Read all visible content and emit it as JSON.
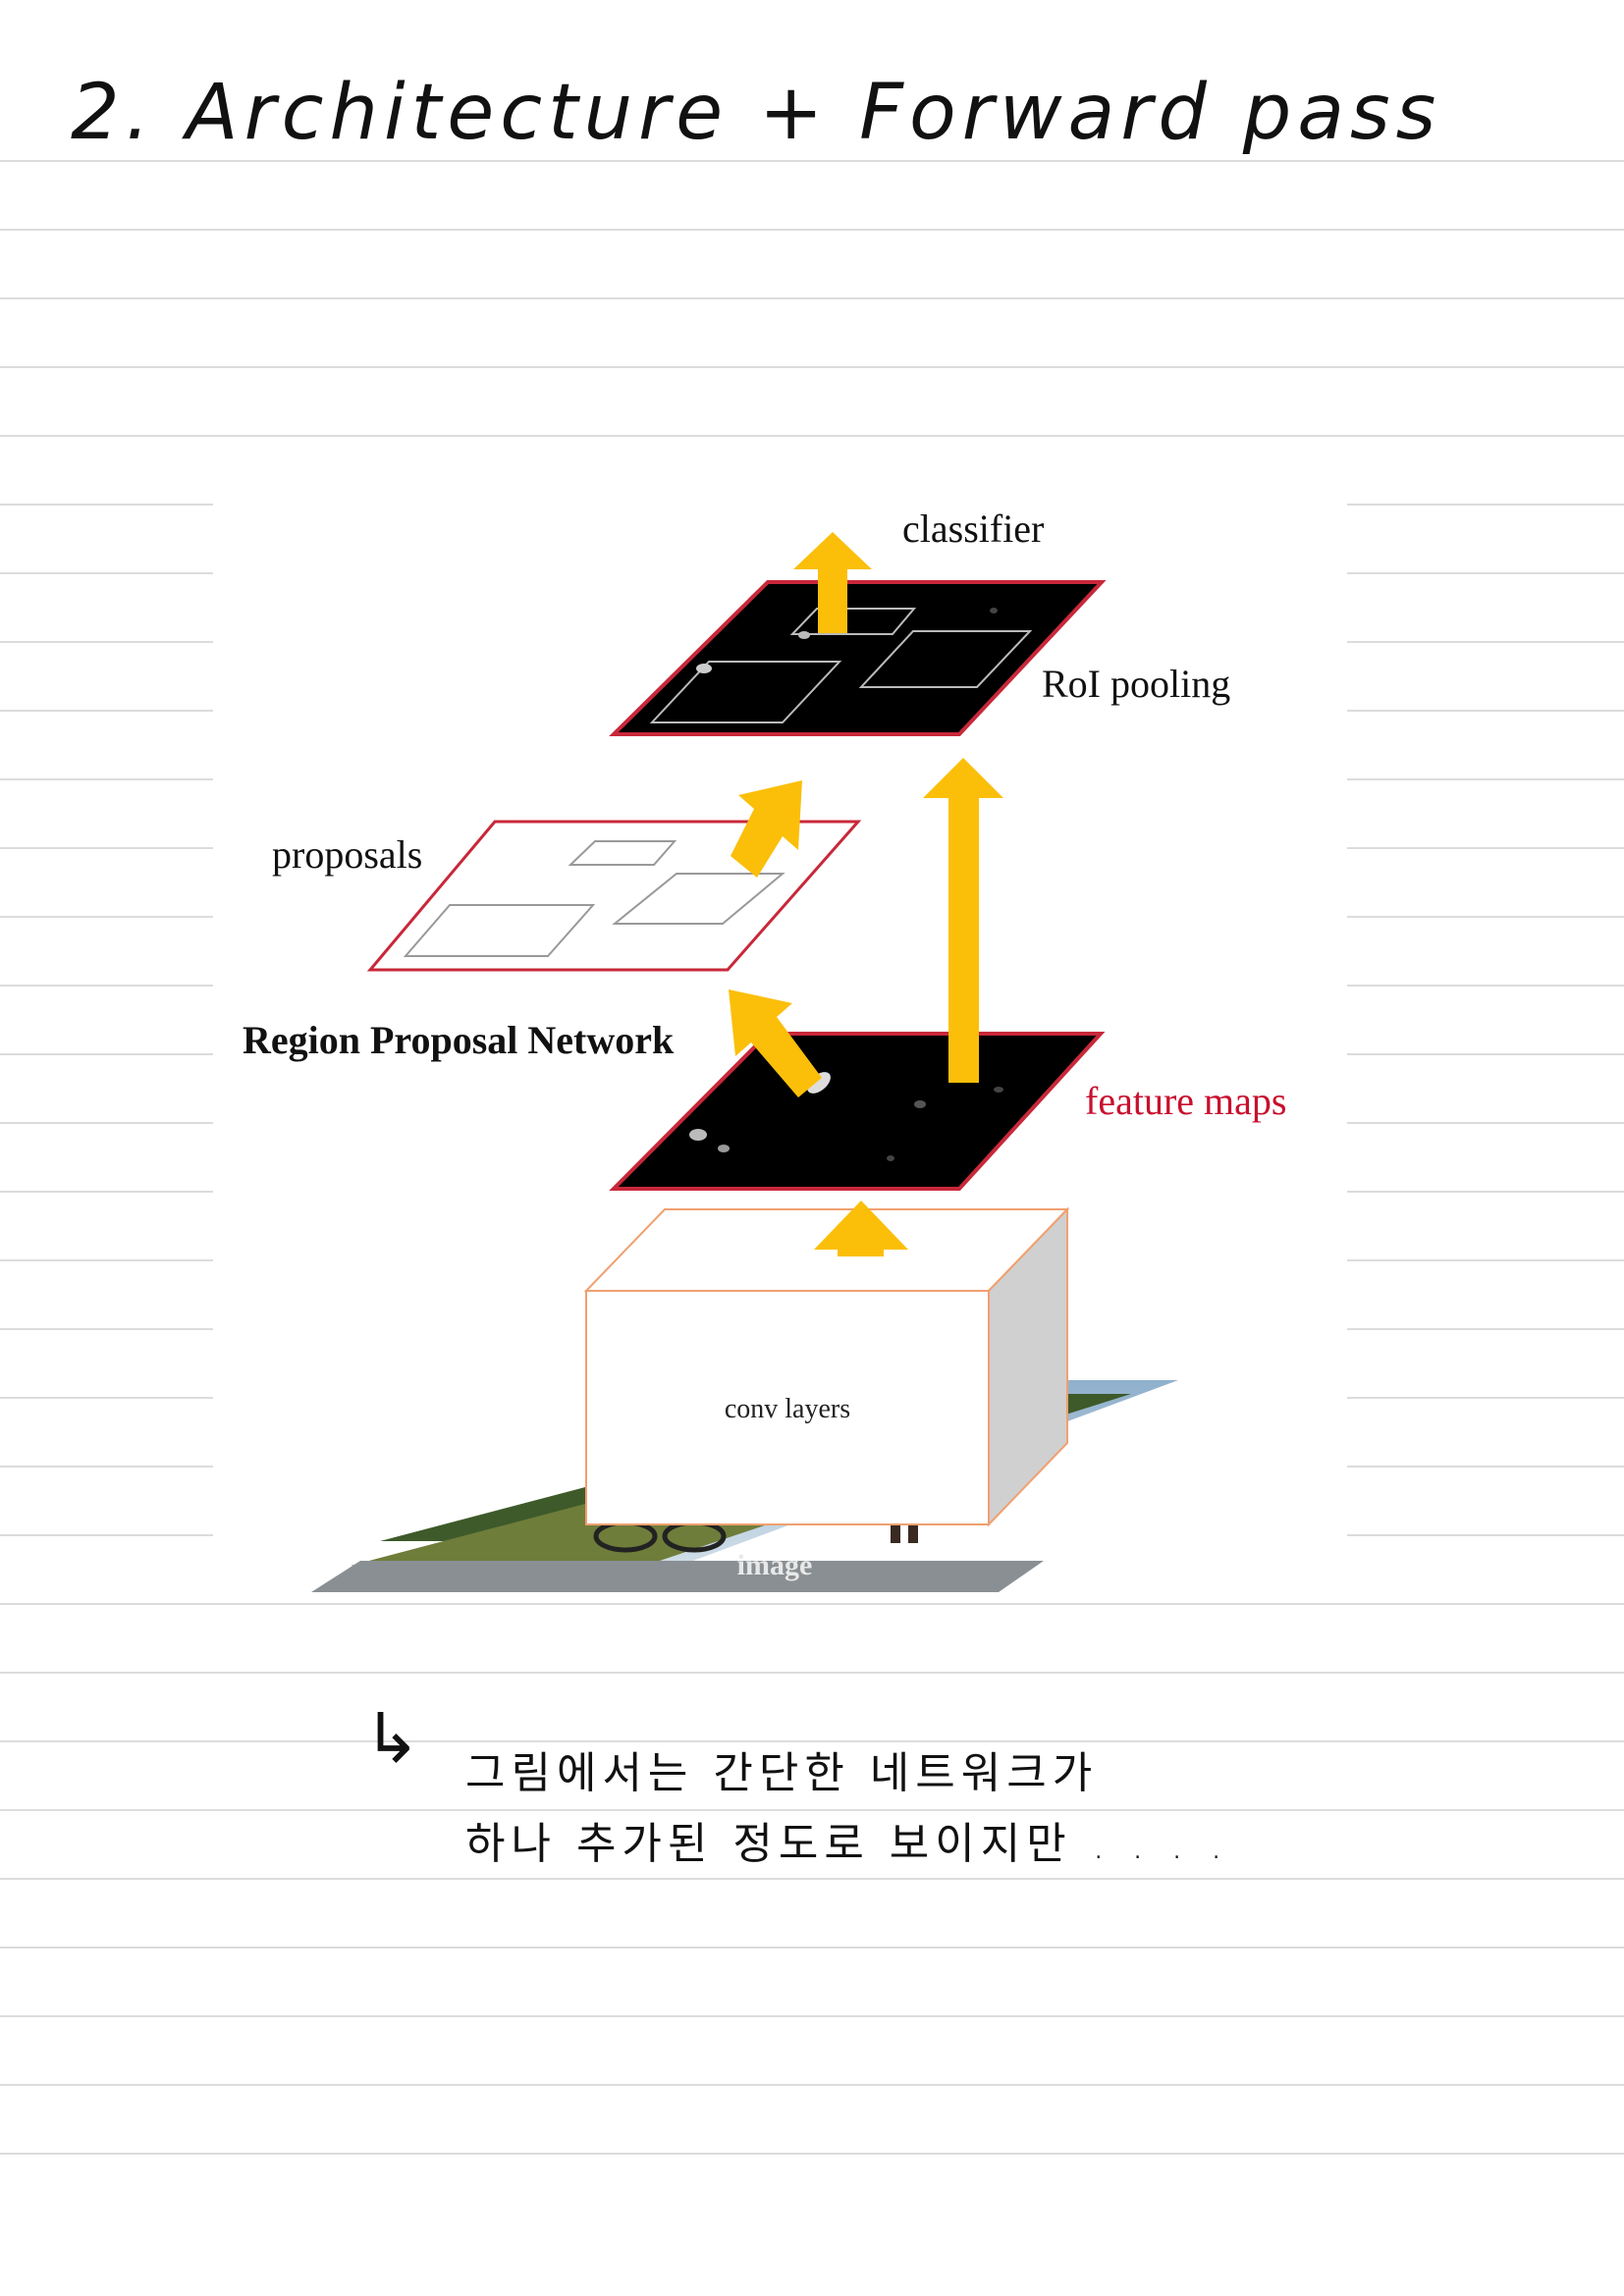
{
  "note": {
    "title": "2. Architecture + Forward pass",
    "arrow_glyph": "↳",
    "line1": "그림에서는  간단한  네트워크가",
    "line2": "하나  추가된  정도로  보이지만 . . . ."
  },
  "diagram": {
    "classifier_label": "classifier",
    "roi_pooling_label": "RoI pooling",
    "proposals_label": "proposals",
    "rpn_label": "Region Proposal Network",
    "feature_maps_label": "feature maps",
    "conv_layers_label": "conv layers",
    "image_label": "image"
  },
  "colors": {
    "arrow": "#FBBF0A",
    "plane_border": "#C8283A",
    "feature_map_label": "#C8102E",
    "conv_box_border": "#F0A070",
    "conv_box_side": "#D0D0D0",
    "ruled_line": "#DCDCDC"
  }
}
